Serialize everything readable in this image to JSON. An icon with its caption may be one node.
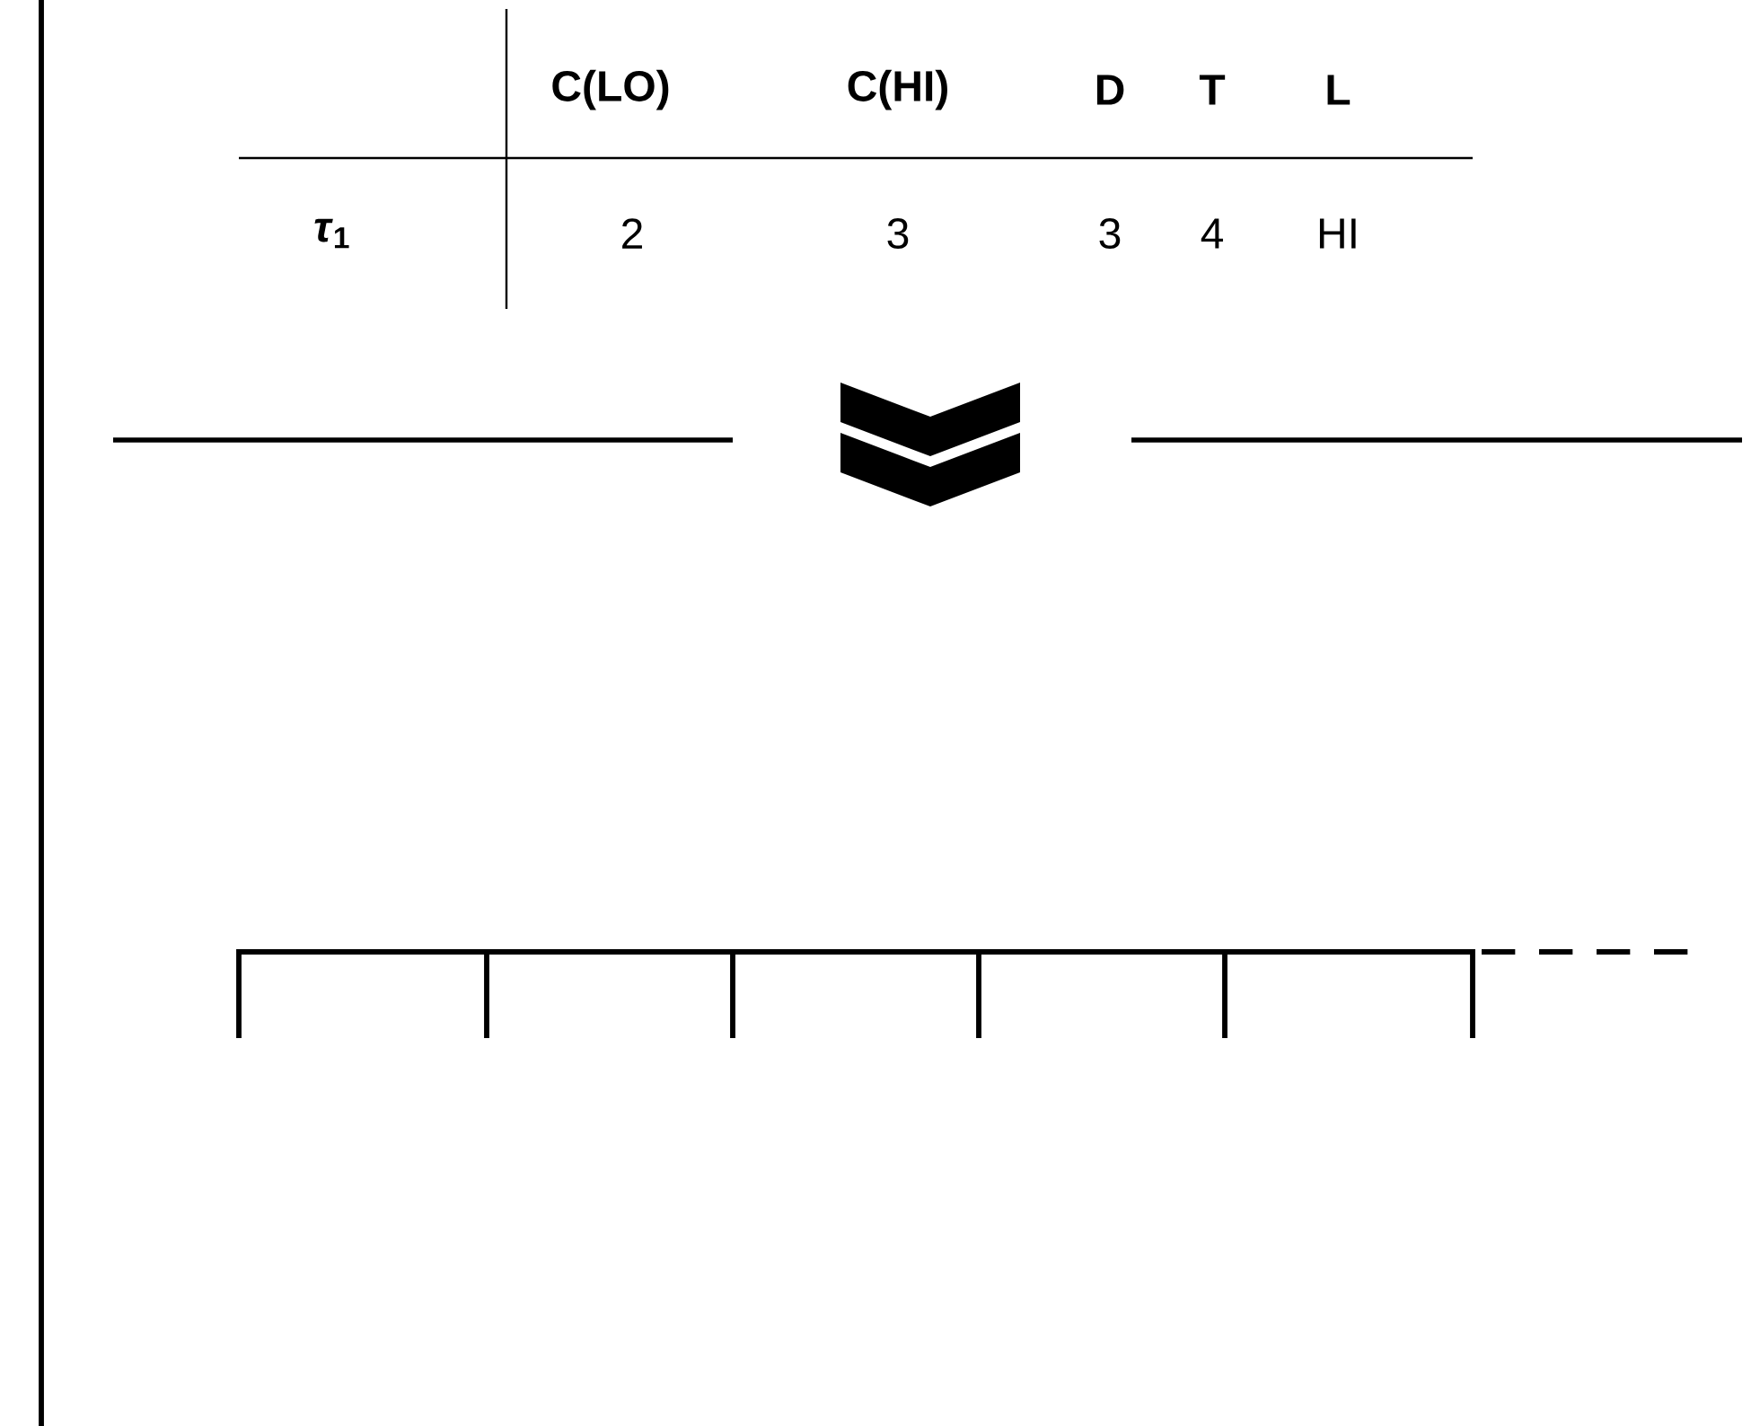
{
  "diagram": {
    "labels": [
      "C(LO)",
      "C(HI)",
      "D",
      "T",
      "L",
      "*τ*$_{1}$",
      "2",
      "3",
      "3",
      "4",
      "HI"
    ]
  }
}
